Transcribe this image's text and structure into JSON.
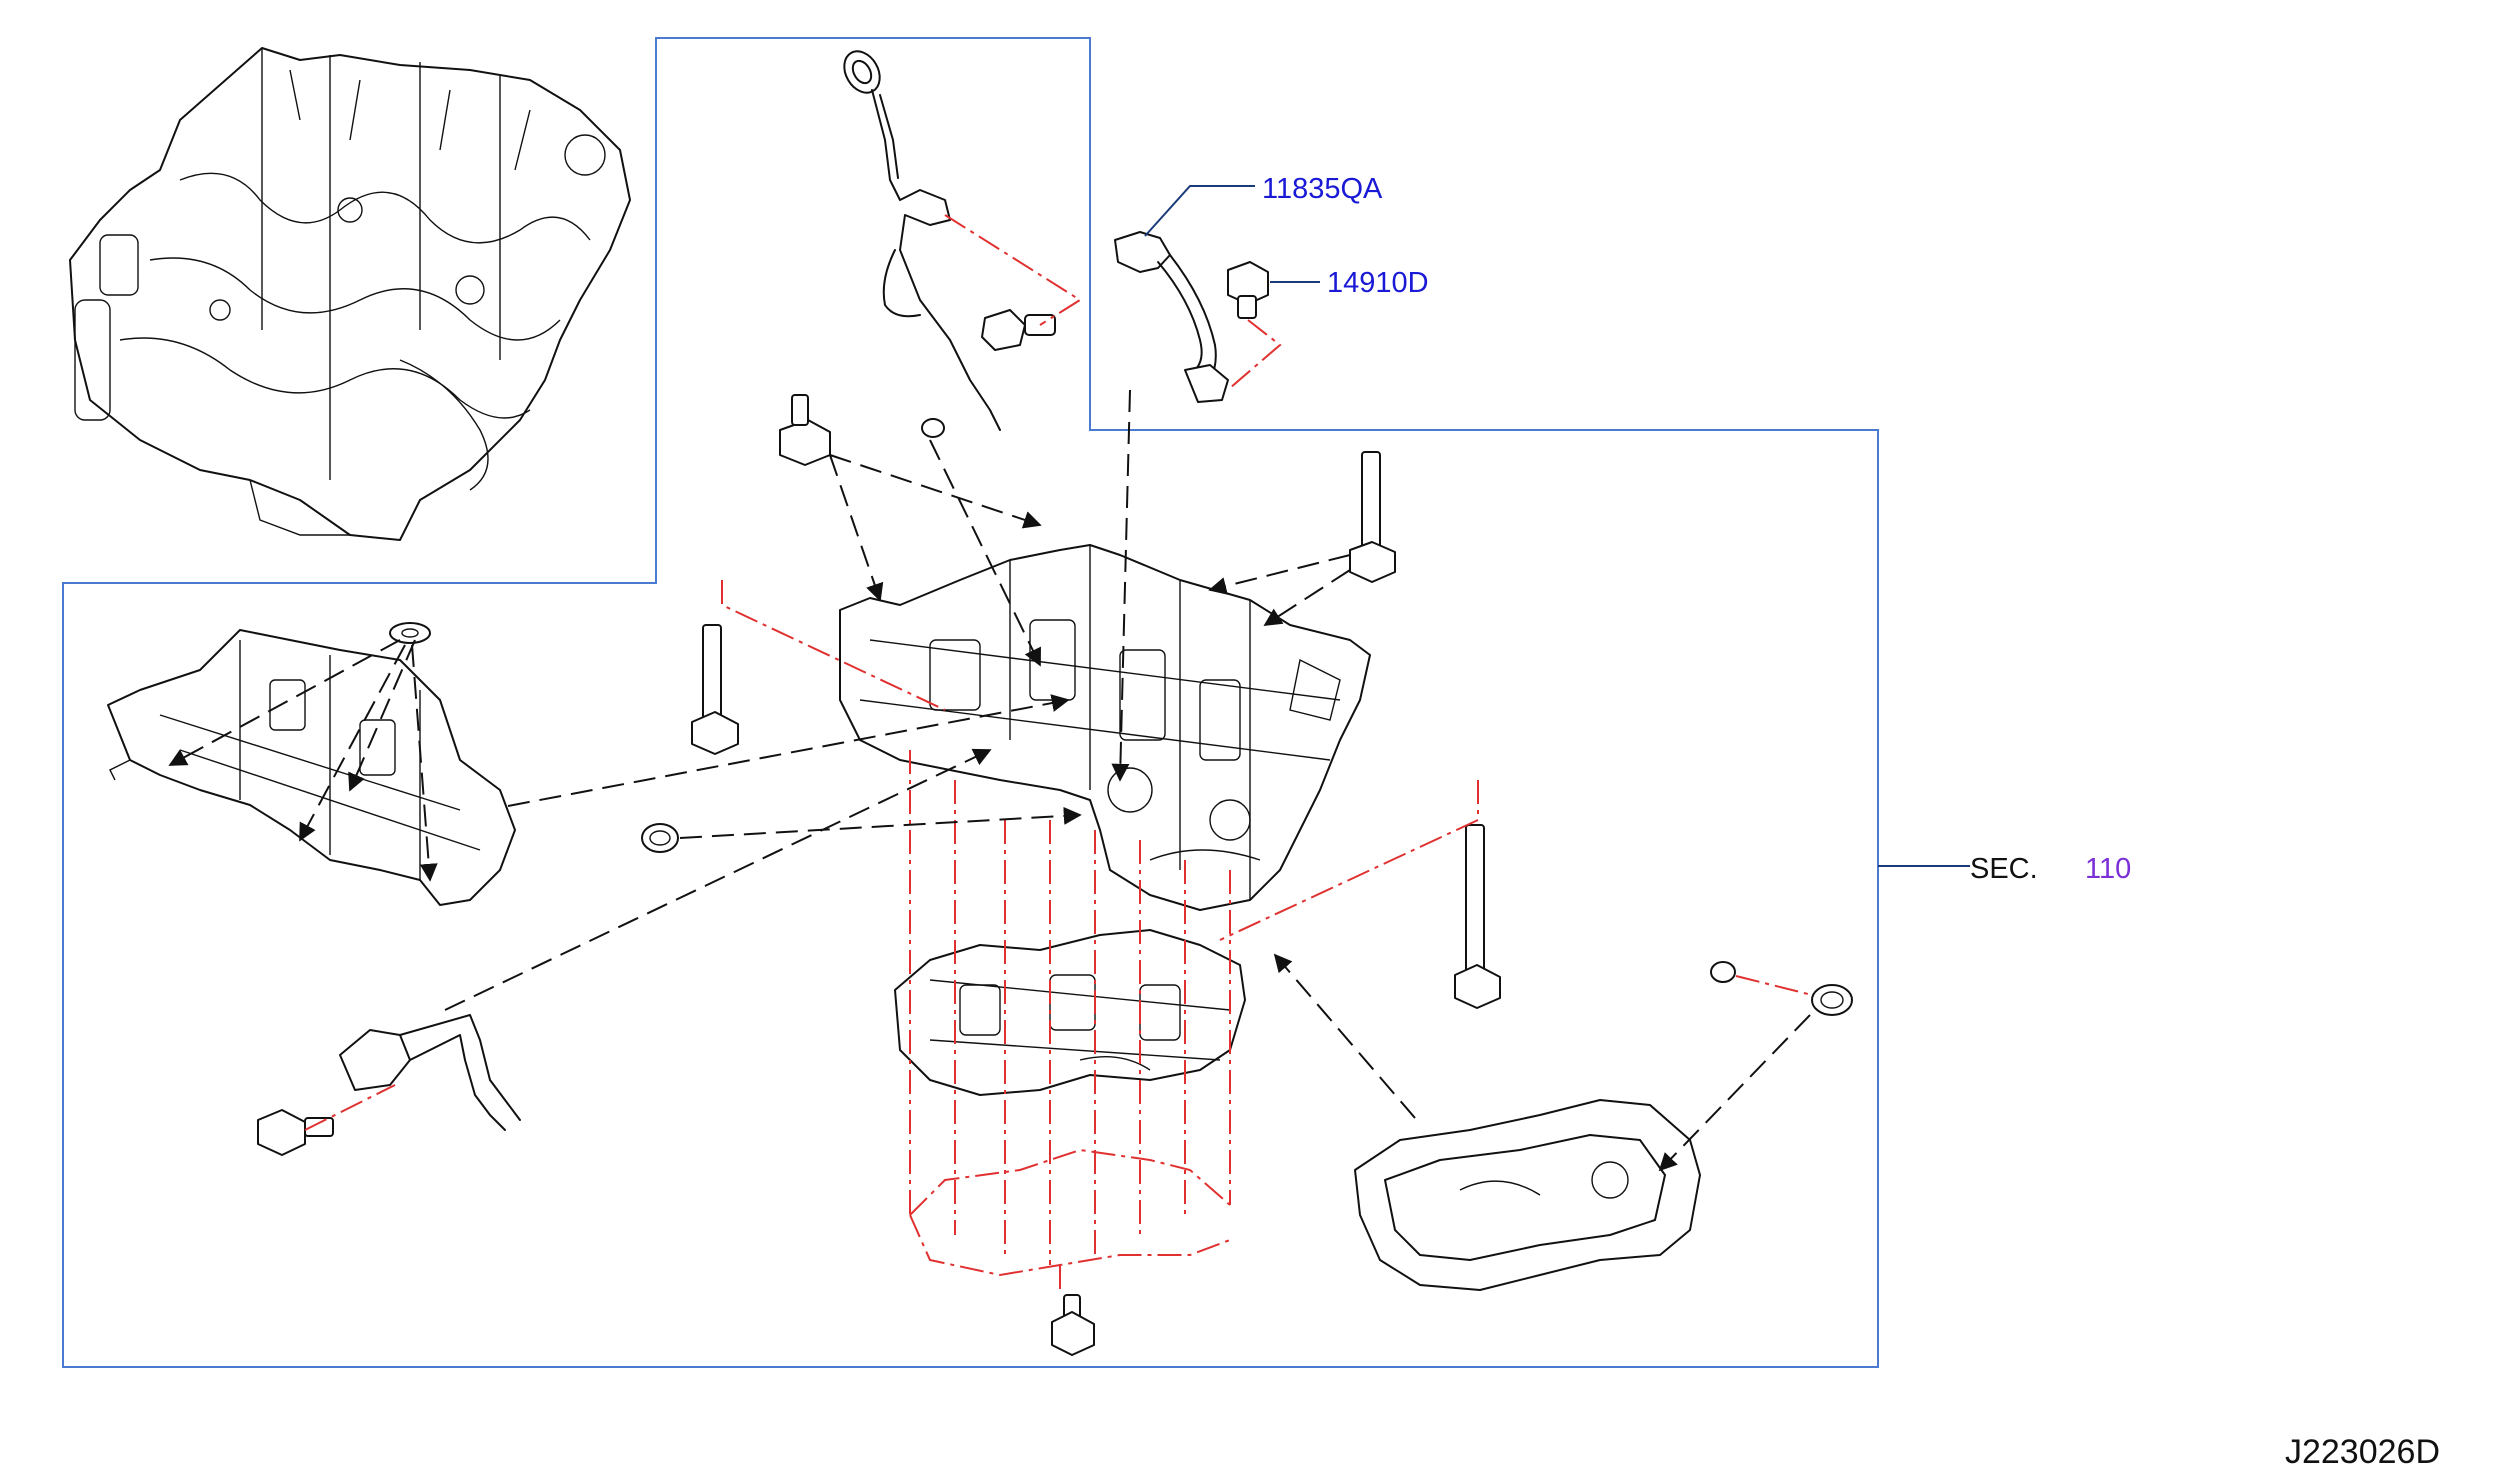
{
  "labels": {
    "part_11835QA": "11835QA",
    "part_14910D": "14910D",
    "sec_prefix": "SEC.",
    "sec_number": "110",
    "diagram_ref": "J223026D"
  },
  "colors": {
    "frame": "#4a7bd0",
    "callout_blue": "#1a1ad6",
    "sec_number": "#7b2fd6",
    "phantom_line": "#e03030",
    "line_art": "#111111"
  }
}
